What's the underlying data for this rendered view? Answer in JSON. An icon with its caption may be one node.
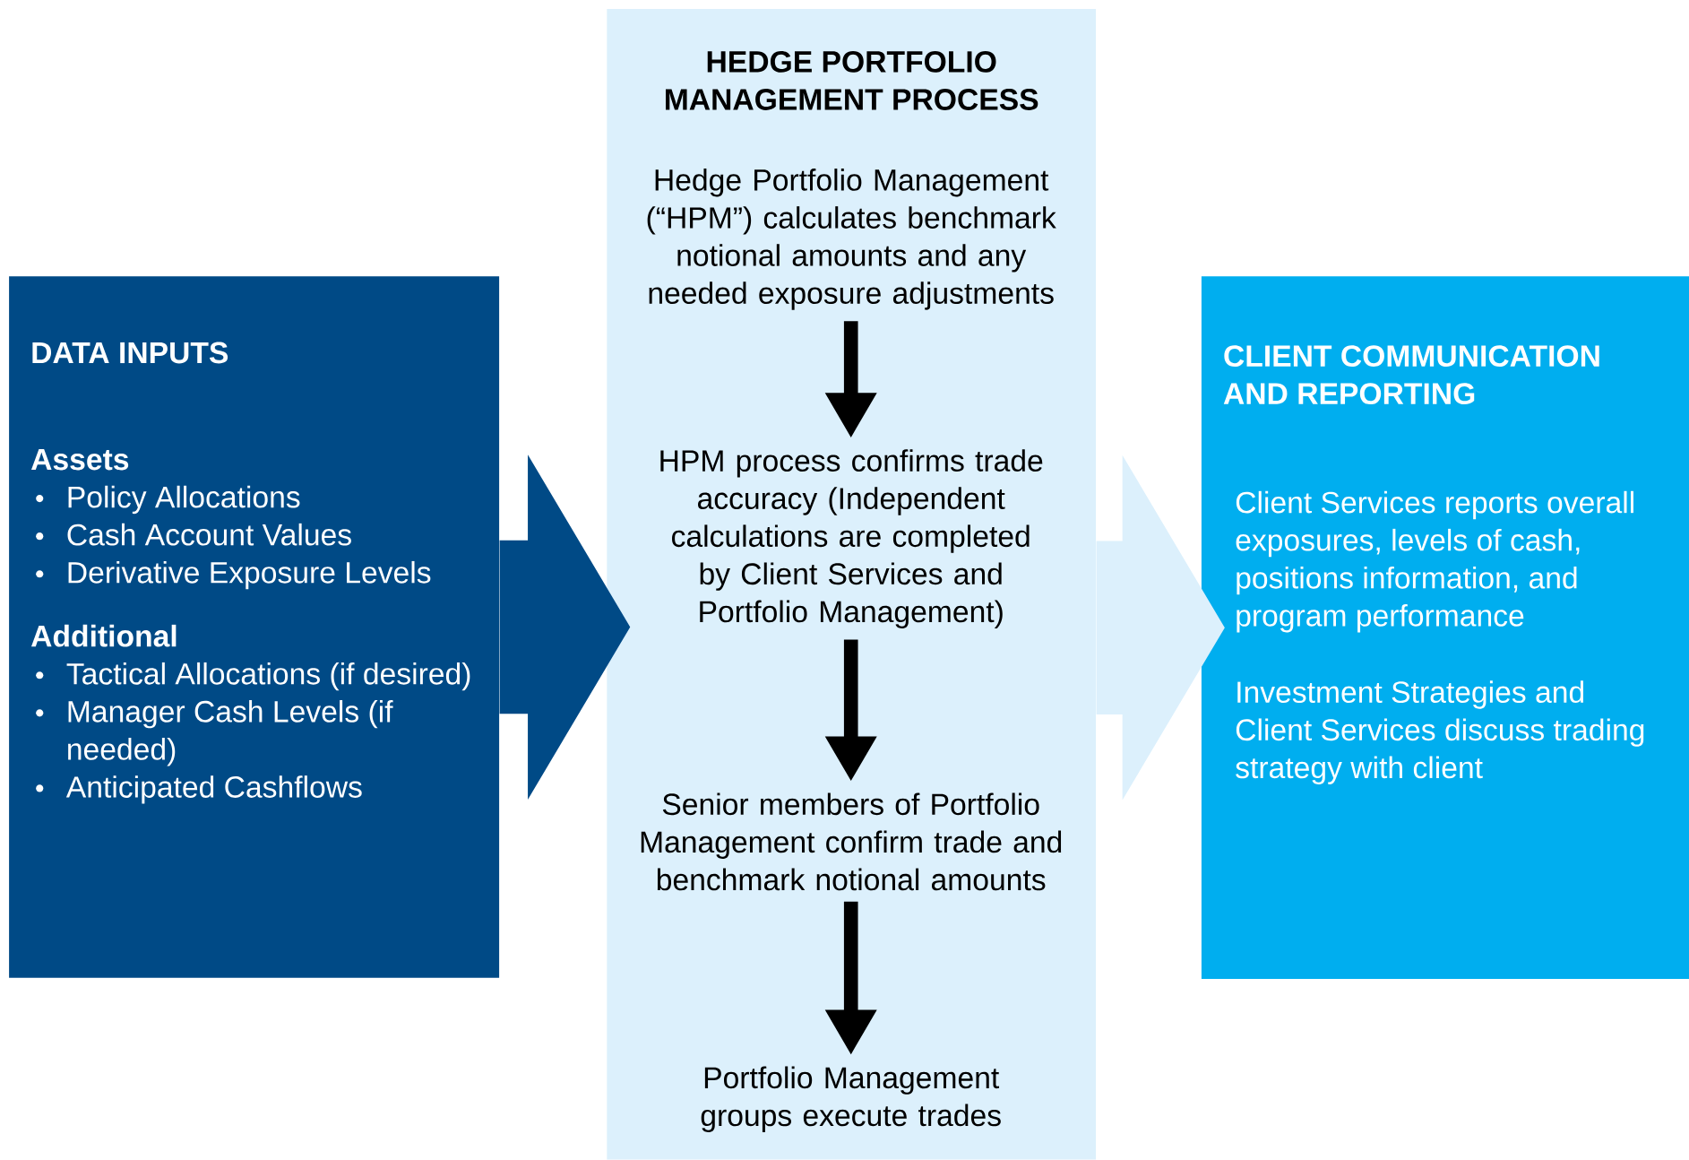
{
  "diagram": {
    "nodes": [
      {
        "text": [
          "DATA INPUTS",
          "Assets",
          "Policy Allocations",
          "Cash Account Values",
          "Derivative Exposure Levels",
          "Additional",
          "Tactical Allocations (if desired)",
          "Manager Cash Levels (if needed)",
          "Anticipated Cashflows"
        ]
      },
      {
        "text": [
          "HEDGE PORTFOLIO MANAGEMENT PROCESS"
        ]
      },
      {
        "text": [
          "Hedge Portfolio Management (“HPM”) calculates benchmark notional amounts and any needed exposure adjustments"
        ],
        "in": 1
      },
      {
        "text": [
          "HPM process confirms trade accuracy (Independent calculations are completed by Client Services and Portfolio Management)"
        ],
        "in": 1
      },
      {
        "text": [
          "Senior members of Portfolio Management confirm trade and benchmark notional amounts"
        ],
        "in": 1
      },
      {
        "text": [
          "Portfolio Management groups execute trades"
        ],
        "in": 1
      },
      {
        "text": [
          "CLIENT COMMUNICATION AND REPORTING",
          "Client Services reports overall exposures, levels of cash, positions information, and program performance",
          "Investment Strategies and Client Services discuss trading strategy with client"
        ]
      }
    ],
    "edges": [
      {
        "from": 0,
        "to": 1,
        "arrow": "to",
        "style": "thick",
        "color": "#004a86"
      },
      {
        "from": 2,
        "to": 3,
        "arrow": "to"
      },
      {
        "from": 3,
        "to": 4,
        "arrow": "to"
      },
      {
        "from": 4,
        "to": 5,
        "arrow": "to"
      },
      {
        "from": 1,
        "to": 6,
        "arrow": "to",
        "style": "thick",
        "color": "#dcf0fc"
      }
    ]
  }
}
